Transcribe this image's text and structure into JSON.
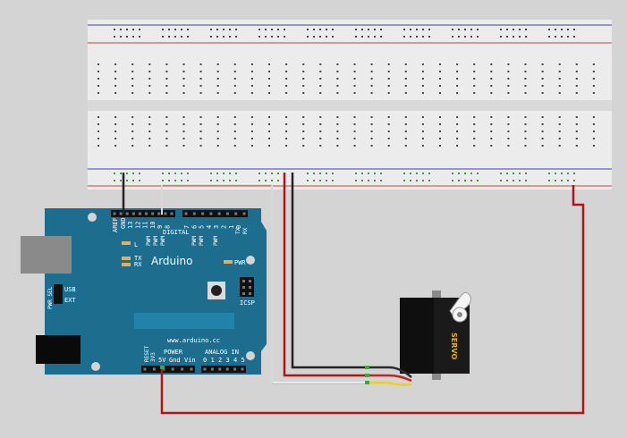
{
  "breadboard": {
    "columns": 30,
    "rows_per_side": 5,
    "rail_dots_per_group": 5,
    "rail_groups": 10
  },
  "arduino": {
    "brand": "Arduino",
    "website": "www.arduino.cc",
    "labels": {
      "aref": "AREF",
      "gnd": "GND",
      "digital": "DIGITAL",
      "tx": "TX",
      "rx": "RX",
      "led_l": "L",
      "pwr": "PWR",
      "icsp": "ICSP",
      "usb": "USB",
      "ext": "EXT",
      "pwr_sel": "PWR SEL",
      "power": "POWER",
      "analog_in": "ANALOG IN",
      "reset": "RESET",
      "v33": "3V3",
      "v5": "5V",
      "gnd_pin": "Gnd",
      "vin": "Vin",
      "tx_pin": "TX",
      "rx_pin": "RX",
      "pwm": "PWM"
    },
    "digital_pins_upper": [
      "13",
      "12",
      "11",
      "10",
      "9",
      "8"
    ],
    "digital_pins_lower": [
      "7",
      "6",
      "5",
      "4",
      "3",
      "2",
      "1",
      "0"
    ],
    "analog_pins": [
      "0",
      "1",
      "2",
      "3",
      "4",
      "5"
    ]
  },
  "servo": {
    "label": "SERVO",
    "wire_colors": [
      "#2b2b2b",
      "#cc1f1f",
      "#f2d200"
    ]
  },
  "colors": {
    "board": "#1d6d8f",
    "wire_black": "#222222",
    "wire_red": "#b31313",
    "wire_white": "#f0f0f0",
    "lead_green": "#3ea63e"
  }
}
